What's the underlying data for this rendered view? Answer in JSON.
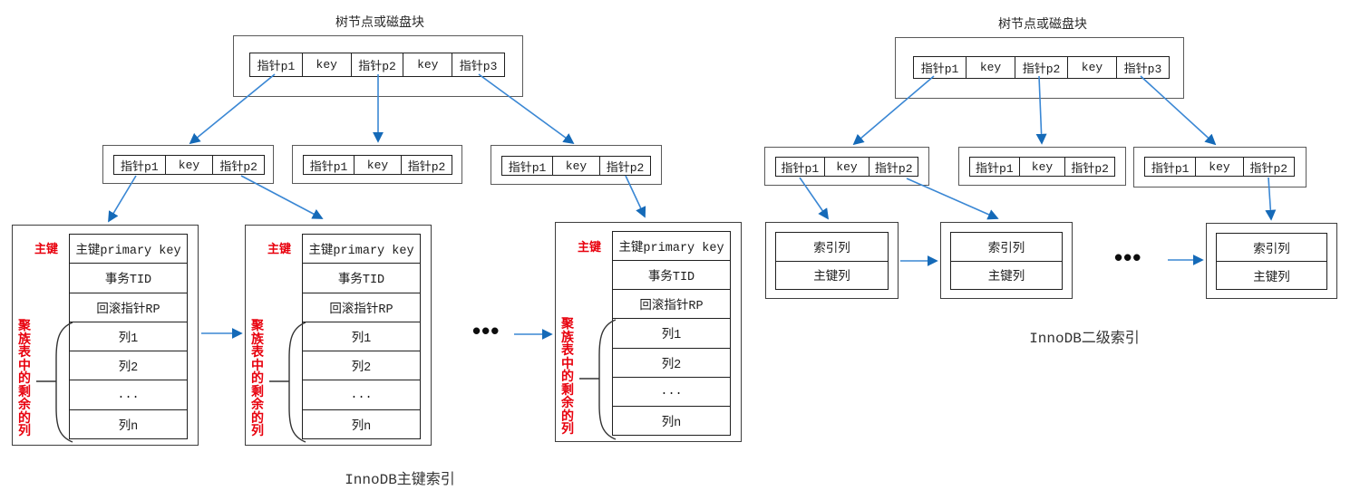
{
  "left": {
    "title": "树节点或磁盘块",
    "root_cells": [
      "指针p1",
      "key",
      "指针p2",
      "key",
      "指针p3"
    ],
    "node_cells": [
      "指针p1",
      "key",
      "指针p2"
    ],
    "leaf": {
      "red_top": "主键",
      "red_side": "聚族表中的剩余的列",
      "rows": [
        "主键primary key",
        "事务TID",
        "回滚指针RP",
        "列1",
        "列2",
        "...",
        "列n"
      ]
    },
    "ellipsis": "•••",
    "caption": "InnoDB主键索引"
  },
  "right": {
    "title": "树节点或磁盘块",
    "root_cells": [
      "指针p1",
      "key",
      "指针p2",
      "key",
      "指针p3"
    ],
    "node_cells": [
      "指针p1",
      "key",
      "指针p2"
    ],
    "leaf_rows": [
      "索引列",
      "主键列"
    ],
    "ellipsis": "•••",
    "caption": "InnoDB二级索引"
  },
  "colors": {
    "arrow_line": "#3a87d4",
    "arrow_head": "#156ab8",
    "red_text": "#e8000d",
    "box_border": "#595959",
    "cell_border": "#1f1f1f"
  }
}
